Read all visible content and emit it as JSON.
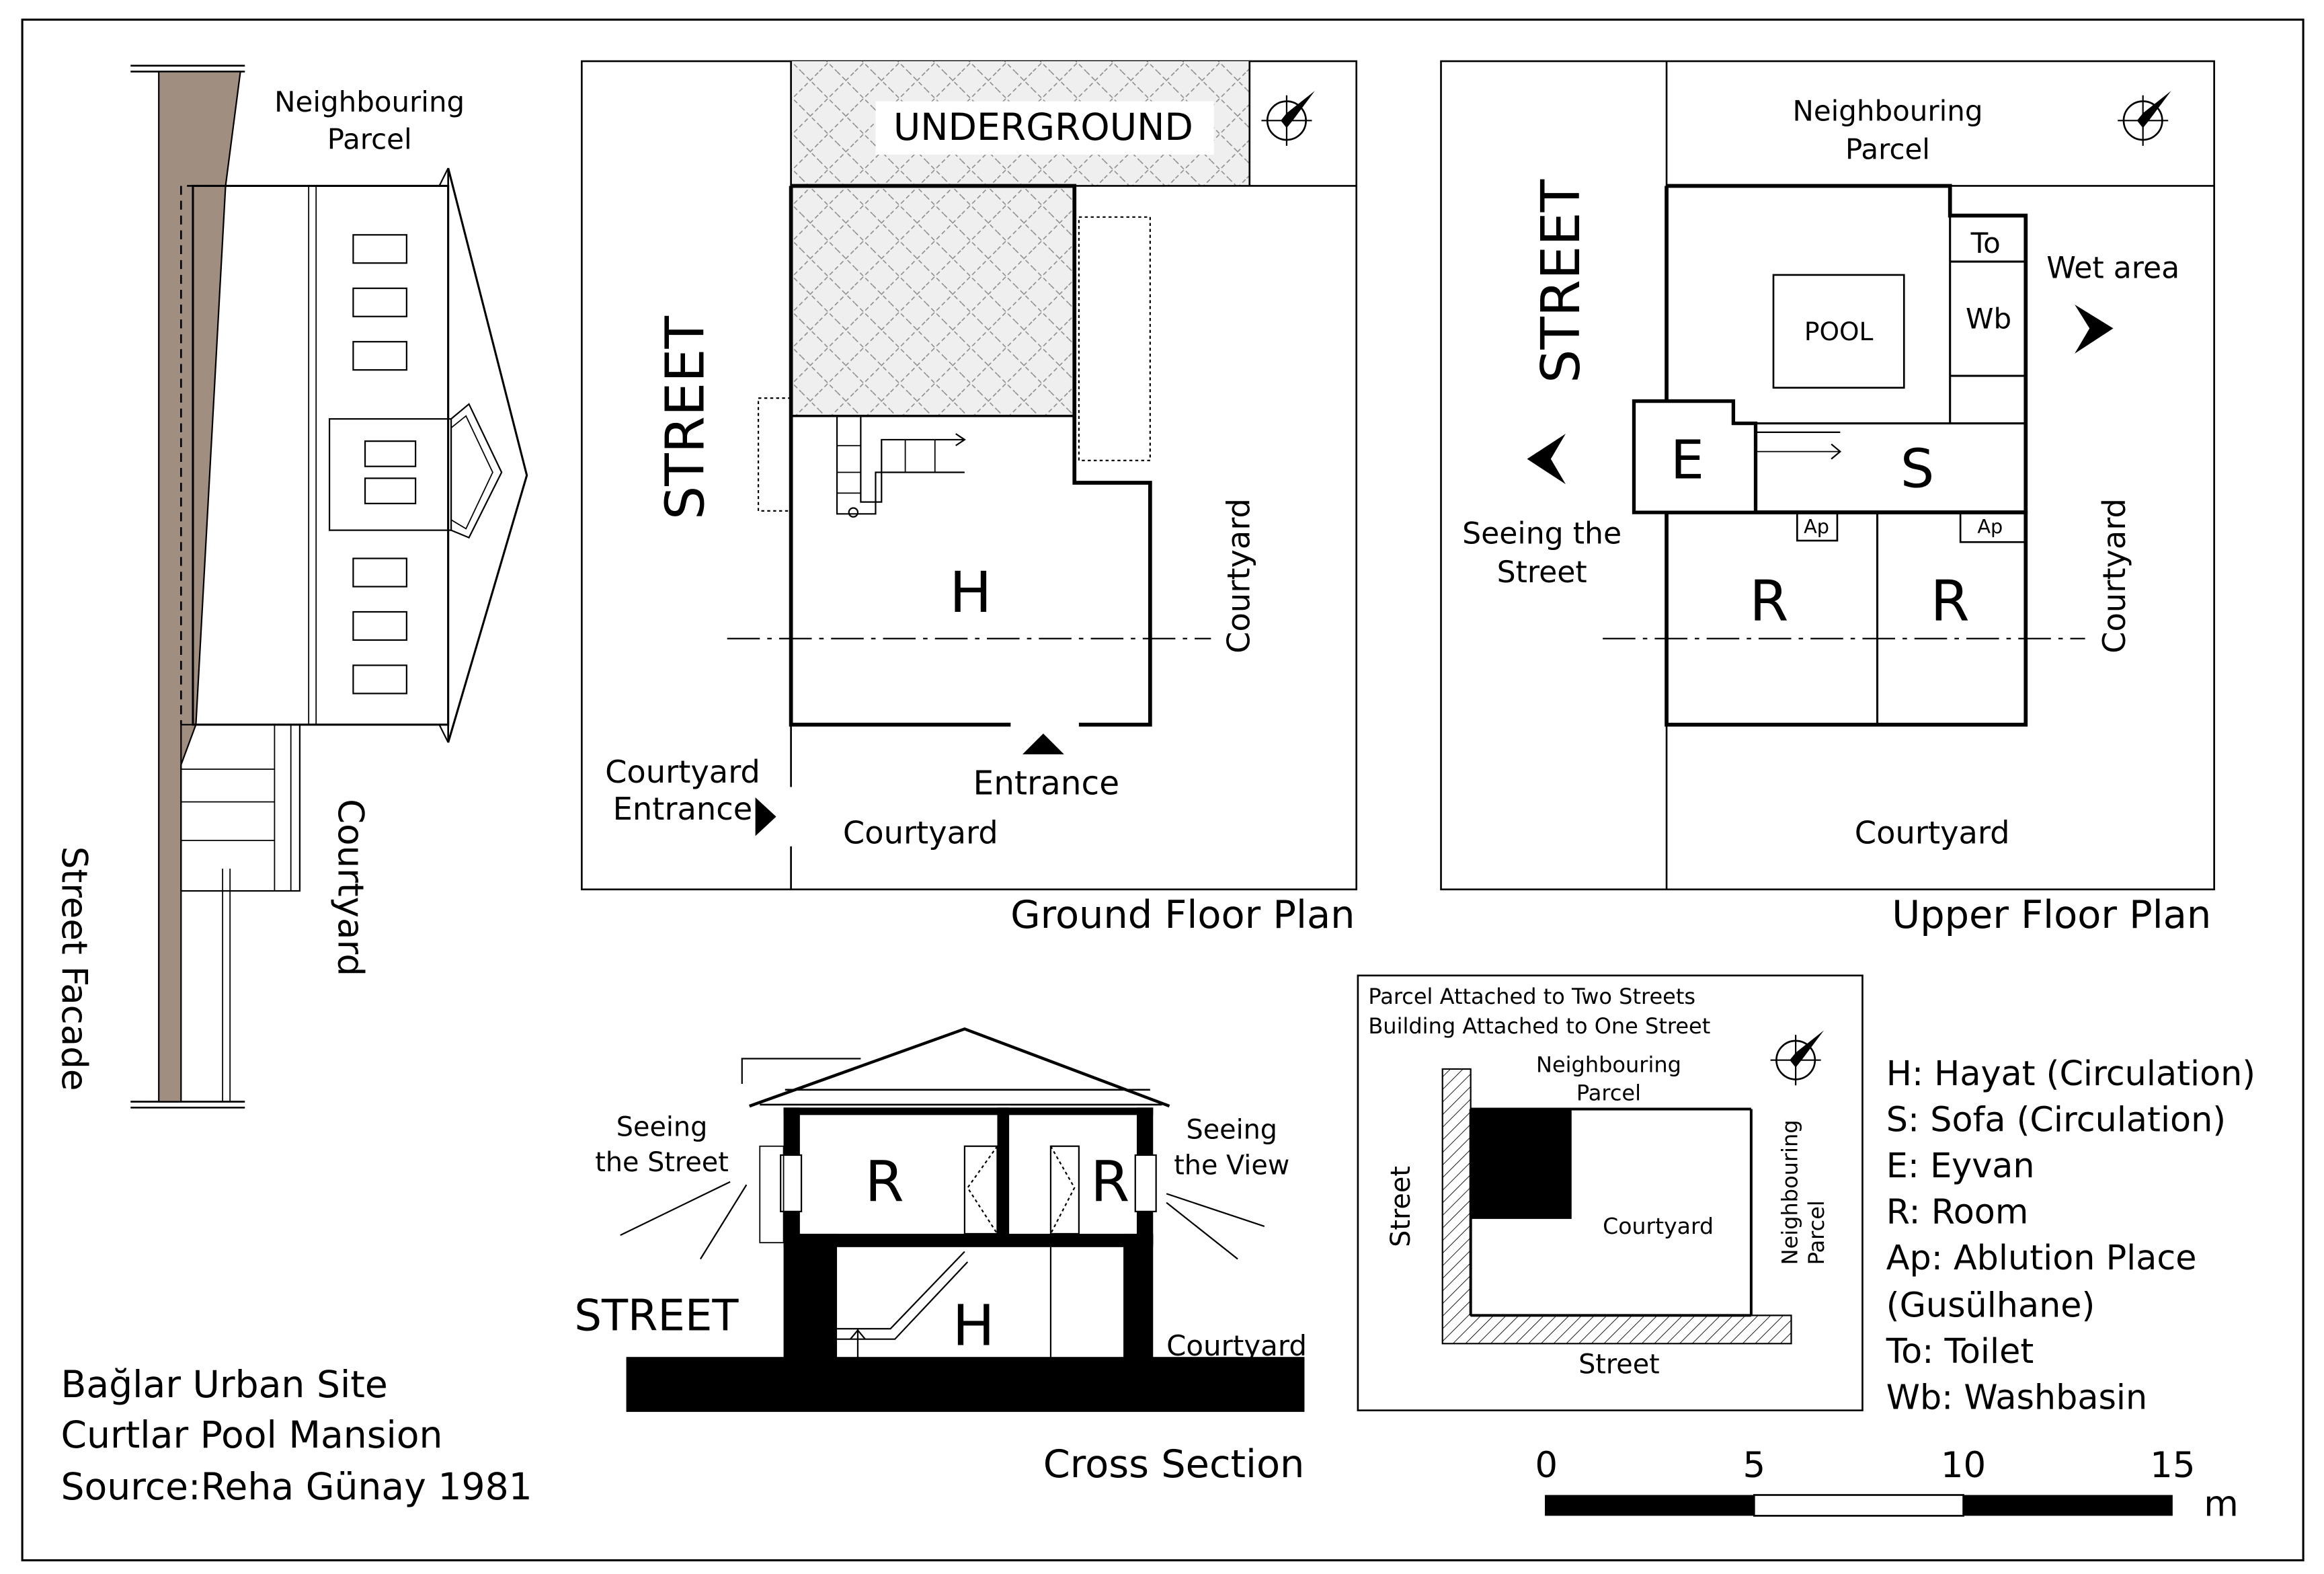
{
  "colors": {
    "wall_brown": "#a08f80",
    "line": "#000000",
    "background": "#ffffff"
  },
  "icons": [
    "north-arrow-icon",
    "triangle-arrow-icon"
  ],
  "facade": {
    "neighbouring_parcel": "Neighbouring\nParcel",
    "courtyard": "Courtyard",
    "caption": "Street Facade"
  },
  "ground_floor": {
    "underground": "UNDERGROUND",
    "street": "STREET",
    "room_h": "H",
    "courtyard_side": "Courtyard",
    "courtyard_entrance": "Courtyard\nEntrance",
    "entrance": "Entrance",
    "courtyard_bottom": "Courtyard",
    "caption": "Ground Floor Plan"
  },
  "upper_floor": {
    "neighbouring_parcel": "Neighbouring\nParcel",
    "street": "STREET",
    "wet_area": "Wet area",
    "pool": "POOL",
    "to": "To",
    "wb": "Wb",
    "e": "E",
    "s": "S",
    "ap_left": "Ap",
    "ap_right": "Ap",
    "room_left": "R",
    "room_right": "R",
    "seeing_street": "Seeing the\nStreet",
    "courtyard_side": "Courtyard",
    "courtyard_bottom": "Courtyard",
    "caption": "Upper Floor Plan"
  },
  "cross_section": {
    "seeing_street": "Seeing\nthe Street",
    "seeing_view": "Seeing\nthe View",
    "room_left": "R",
    "room_right": "R",
    "hayat": "H",
    "street": "STREET",
    "courtyard": "Courtyard",
    "caption": "Cross Section"
  },
  "site_plan": {
    "line1": "Parcel Attached to Two Streets",
    "line2": "Building Attached to One Street",
    "neighbouring_top": "Neighbouring\nParcel",
    "street_left": "Street",
    "courtyard": "Courtyard",
    "neighbouring_right": "Neighbouring\nParcel",
    "street_bottom": "Street"
  },
  "legend": [
    "H: Hayat (Circulation)",
    "S: Sofa (Circulation)",
    "E: Eyvan",
    "R: Room",
    "Ap: Ablution Place",
    "(Gusülhane)",
    "To: Toilet",
    "Wb: Washbasin"
  ],
  "source": {
    "line1": "Bağlar Urban Site",
    "line2": "Curtlar Pool Mansion",
    "line3": "Source:Reha Günay  1981"
  },
  "scale_bar": {
    "ticks": [
      "0",
      "5",
      "10",
      "15"
    ],
    "unit": "m"
  }
}
